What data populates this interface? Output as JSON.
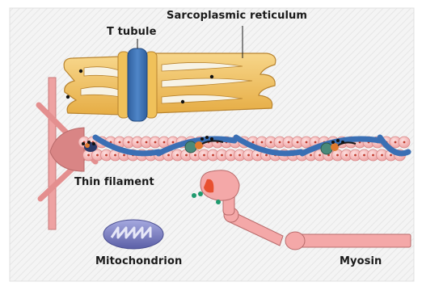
{
  "labels": {
    "sarcoplasmic_reticulum": "Sarcoplasmic reticulum",
    "t_tubule": "T tubule",
    "thin_filament": "Thin filament",
    "mitochondrion": "Mitochondrion",
    "myosin": "Myosin"
  },
  "colors": {
    "background": "#ffffff",
    "panel": "#f2f2f2",
    "sarcoplasmic_reticulum": "#f3c463",
    "t_tubule": "#3b6fb3",
    "actin": "#f5b3b3",
    "tropomyosin": "#3a6fb4",
    "myosin": "#f4a3a3",
    "mitochondrion": "#7b7fc2",
    "z_disc": "#e99a9a",
    "calcium": "#1e9a6e",
    "atp": "#2aa37a"
  }
}
